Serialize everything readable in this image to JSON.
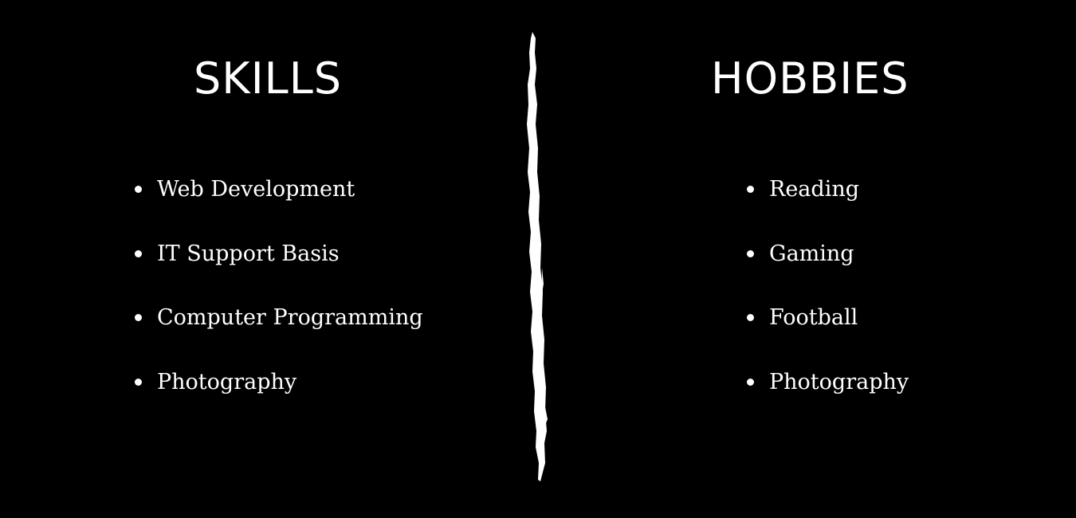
{
  "skills": {
    "title": "SKILLS",
    "items": [
      {
        "label": "Web Development"
      },
      {
        "label": "IT Support Basis"
      },
      {
        "label": "Computer Programming"
      },
      {
        "label": "Photography"
      }
    ]
  },
  "hobbies": {
    "title": "HOBBIES",
    "items": [
      {
        "label": "Reading"
      },
      {
        "label": "Gaming"
      },
      {
        "label": "Football"
      },
      {
        "label": "Photography"
      }
    ]
  },
  "colors": {
    "background": "#000000",
    "text": "#ffffff"
  },
  "divider_icon": "brush-stroke-divider-icon"
}
